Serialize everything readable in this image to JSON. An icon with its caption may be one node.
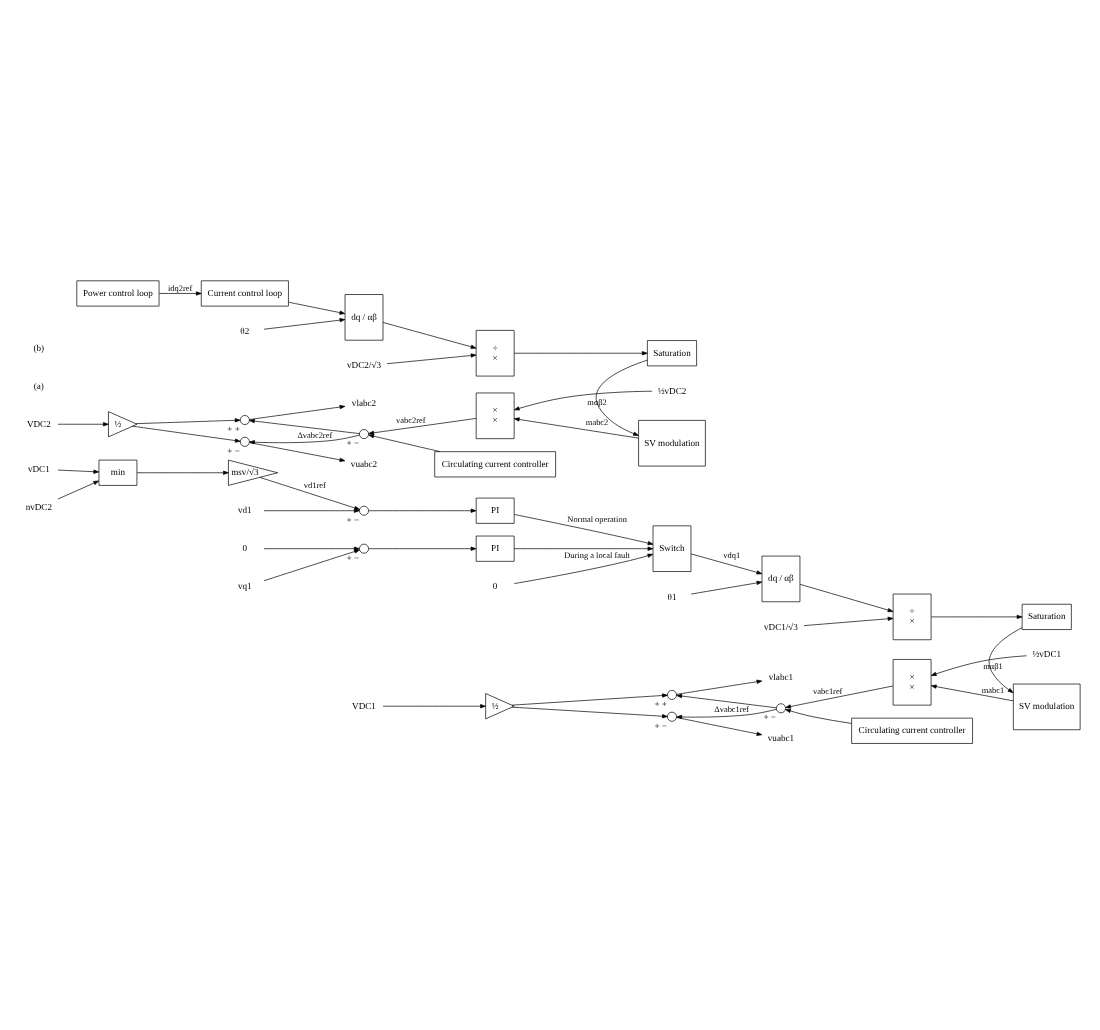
{
  "diagram": {
    "nodes": [
      {
        "text": [
          "vDC1"
        ]
      },
      {
        "text": [
          "nvDC2"
        ]
      },
      {
        "text": [
          "min"
        ]
      },
      {
        "text": [
          "msv/√3"
        ]
      },
      {
        "text": [],
        "shape": "circle",
        "beside": [
          "+",
          "−"
        ]
      },
      {
        "text": [
          "vd1"
        ]
      },
      {
        "text": [
          "PI"
        ]
      },
      {
        "text": [
          "0"
        ]
      },
      {
        "text": [],
        "shape": "circle",
        "beside": [
          "+",
          "−"
        ]
      },
      {
        "text": [
          "vq1"
        ]
      },
      {
        "text": [
          "PI"
        ]
      },
      {
        "text": [
          "Switch"
        ]
      },
      {
        "text": [
          "0"
        ]
      },
      {
        "text": [
          "θ1"
        ]
      },
      {
        "text": [
          "dq / αβ"
        ]
      },
      {
        "text": [
          "vDC1/√3"
        ]
      },
      {
        "text": [
          "÷",
          "×"
        ]
      },
      {
        "text": [
          "Saturation"
        ]
      },
      {
        "text": [
          "SV modulation"
        ]
      },
      {
        "text": [
          "×",
          "×"
        ]
      },
      {
        "text": [
          "½vDC1"
        ]
      },
      {
        "text": [],
        "shape": "circle",
        "beside": [
          "+",
          "−"
        ]
      },
      {
        "text": [
          "Circulating current controller"
        ]
      },
      {
        "text": [
          "VDC1"
        ]
      },
      {
        "text": [
          "½"
        ]
      },
      {
        "text": [],
        "shape": "circle",
        "beside": [
          "+",
          "−"
        ]
      },
      {
        "text": [],
        "shape": "circle",
        "beside": [
          "+",
          "+"
        ]
      },
      {
        "text": [
          "vuabc1"
        ]
      },
      {
        "text": [
          "vlabc1"
        ]
      },
      {
        "text": [
          "Power control loop"
        ]
      },
      {
        "text": [
          "Current control loop"
        ]
      },
      {
        "text": [
          "dq / αβ"
        ]
      },
      {
        "text": [
          "θ2"
        ]
      },
      {
        "text": [
          "vDC2/√3"
        ]
      },
      {
        "text": [
          "÷",
          "×"
        ]
      },
      {
        "text": [
          "Saturation"
        ]
      },
      {
        "text": [
          "SV modulation"
        ]
      },
      {
        "text": [
          "×",
          "×"
        ]
      },
      {
        "text": [
          "½vDC2"
        ]
      },
      {
        "text": [],
        "shape": "circle",
        "beside": [
          "+",
          "−"
        ]
      },
      {
        "text": [
          "Circulating current controller"
        ]
      },
      {
        "text": [
          "VDC2"
        ]
      },
      {
        "text": [
          "½"
        ]
      },
      {
        "text": [],
        "shape": "circle",
        "beside": [
          "+",
          "−"
        ]
      },
      {
        "text": [],
        "shape": "circle",
        "beside": [
          "+",
          "+"
        ]
      },
      {
        "text": [
          "vuabc2"
        ]
      },
      {
        "text": [
          "vlabc2"
        ]
      }
    ],
    "edges": [
      {
        "from": 0,
        "to": 2,
        "arrow": "to"
      },
      {
        "from": 1,
        "to": 2,
        "arrow": "to"
      },
      {
        "from": 2,
        "to": 3,
        "arrow": "to"
      },
      {
        "from": 3,
        "to": 4,
        "arrow": "to",
        "label": "vd1ref"
      },
      {
        "from": 5,
        "to": 4,
        "arrow": "to"
      },
      {
        "from": 4,
        "to": 6,
        "arrow": "to"
      },
      {
        "from": 7,
        "to": 8,
        "arrow": "to"
      },
      {
        "from": 9,
        "to": 8,
        "arrow": "to"
      },
      {
        "from": 8,
        "to": 10,
        "arrow": "to"
      },
      {
        "from": 6,
        "to": 11,
        "arrow": "to",
        "label": "Normal operation"
      },
      {
        "from": 10,
        "to": 11,
        "arrow": "to"
      },
      {
        "from": 12,
        "to": 11,
        "arrow": "to",
        "label": "During a local fault"
      },
      {
        "from": 11,
        "to": 14,
        "arrow": "to",
        "label": "vdq1"
      },
      {
        "from": 13,
        "to": 14,
        "arrow": "to"
      },
      {
        "from": 15,
        "to": 16,
        "arrow": "to"
      },
      {
        "from": 14,
        "to": 16,
        "arrow": "to"
      },
      {
        "from": 16,
        "to": 17,
        "arrow": "to"
      },
      {
        "from": 17,
        "to": 18,
        "arrow": "to",
        "label": "mαβ1"
      },
      {
        "from": 18,
        "to": 19,
        "arrow": "to",
        "label": "mabc1"
      },
      {
        "from": 20,
        "to": 19,
        "arrow": "to"
      },
      {
        "from": 19,
        "to": 21,
        "arrow": "to",
        "label": "vabc1ref"
      },
      {
        "from": 22,
        "to": 21,
        "arrow": "to"
      },
      {
        "from": 23,
        "to": 24,
        "arrow": "to"
      },
      {
        "from": 24,
        "to": 25,
        "arrow": "to"
      },
      {
        "from": 24,
        "to": 26,
        "arrow": "to"
      },
      {
        "from": 21,
        "to": 25,
        "arrow": "to",
        "label": "Δvabc1ref"
      },
      {
        "from": 21,
        "to": 26,
        "arrow": "to"
      },
      {
        "from": 25,
        "to": 27,
        "arrow": "to"
      },
      {
        "from": 26,
        "to": 28,
        "arrow": "to"
      },
      {
        "from": 29,
        "to": 30,
        "arrow": "to",
        "label": "idq2ref"
      },
      {
        "from": 30,
        "to": 31,
        "arrow": "to"
      },
      {
        "from": 32,
        "to": 31,
        "arrow": "to"
      },
      {
        "from": 33,
        "to": 34,
        "arrow": "to"
      },
      {
        "from": 31,
        "to": 34,
        "arrow": "to"
      },
      {
        "from": 34,
        "to": 35,
        "arrow": "to"
      },
      {
        "from": 35,
        "to": 36,
        "arrow": "to",
        "label": "mαβ2"
      },
      {
        "from": 36,
        "to": 37,
        "arrow": "to",
        "label": "mabc2"
      },
      {
        "from": 38,
        "to": 37,
        "arrow": "to"
      },
      {
        "from": 37,
        "to": 39,
        "arrow": "to",
        "label": "vabc2ref"
      },
      {
        "from": 40,
        "to": 39,
        "arrow": "to"
      },
      {
        "from": 41,
        "to": 42,
        "arrow": "to"
      },
      {
        "from": 42,
        "to": 43,
        "arrow": "to"
      },
      {
        "from": 42,
        "to": 44,
        "arrow": "to"
      },
      {
        "from": 39,
        "to": 43,
        "arrow": "to",
        "label": "Δvabc2ref"
      },
      {
        "from": 39,
        "to": 44,
        "arrow": "to"
      },
      {
        "from": 43,
        "to": 45,
        "arrow": "to"
      },
      {
        "from": 44,
        "to": 46,
        "arrow": "to"
      }
    ],
    "labels": [
      "(a)",
      "(b)"
    ]
  }
}
